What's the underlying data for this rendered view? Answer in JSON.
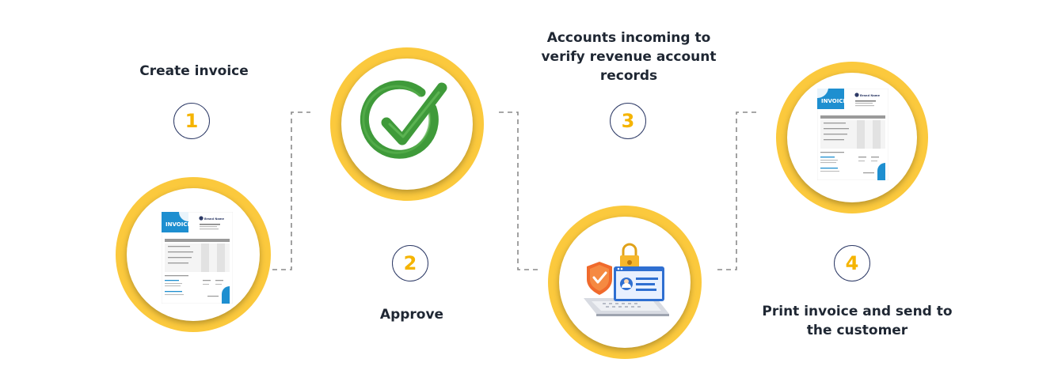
{
  "steps": [
    {
      "number": "1",
      "label": "Create invoice"
    },
    {
      "number": "2",
      "label": "Approve"
    },
    {
      "number": "3",
      "label": "Accounts incoming to verify revenue account records"
    },
    {
      "number": "4",
      "label": "Print invoice and send to the customer"
    }
  ],
  "invoice_doc": {
    "title": "INVOICE",
    "brand": "Brand Name"
  },
  "colors": {
    "ring": "#fbc93d",
    "number": "#f5b400",
    "number_border": "#2d3a66",
    "text": "#1f2733",
    "check": "#3f9a3a",
    "invoice_blue": "#1e8fd0",
    "connector": "#8a8a8a"
  },
  "icons": [
    "invoice-document-icon",
    "checkmark-icon",
    "laptop-security-icon"
  ]
}
